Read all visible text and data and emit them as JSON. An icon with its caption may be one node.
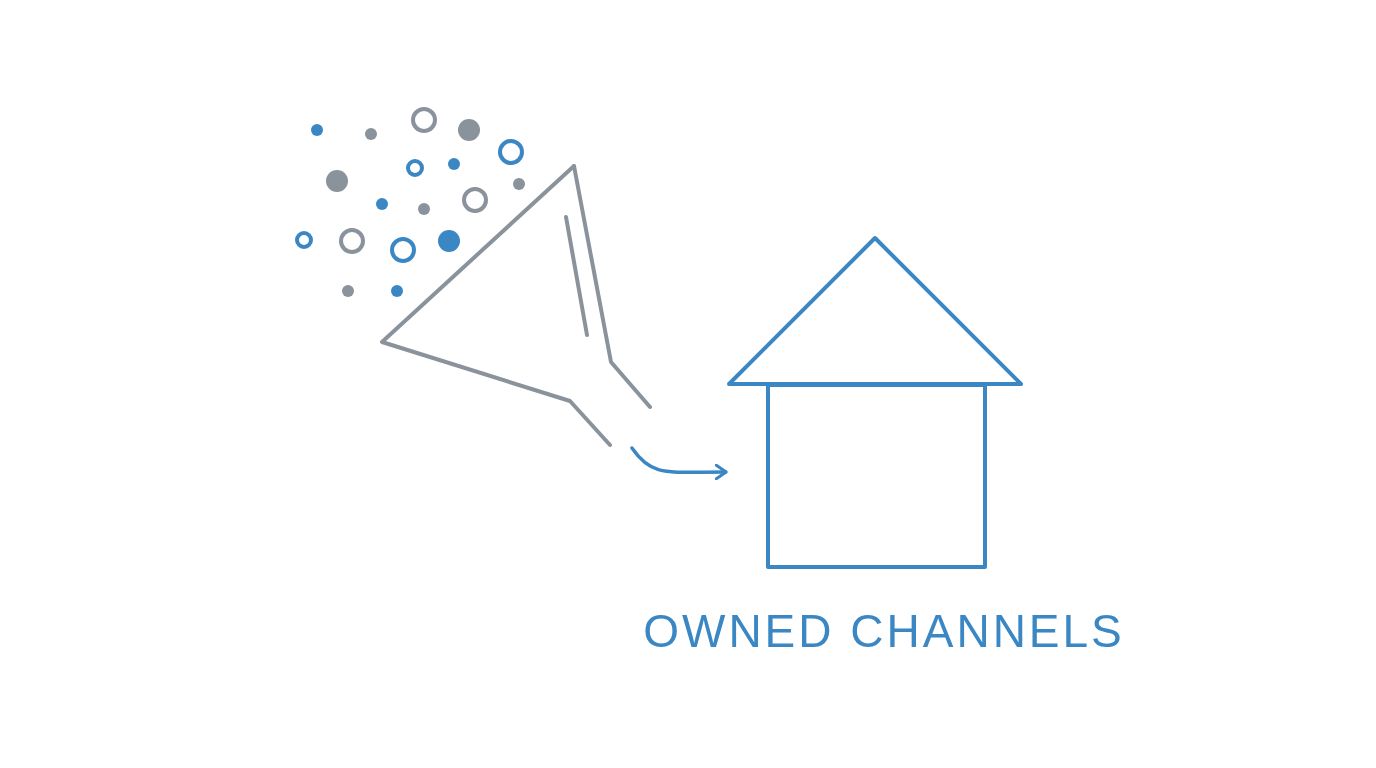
{
  "diagram": {
    "nodes": [
      {
        "text": [],
        "shape": "picture"
      },
      {
        "text": [],
        "shape": "picture",
        "beside": [
          "OWNED CHANNELS"
        ]
      }
    ],
    "edges": [
      {
        "from": 0,
        "to": 1,
        "arrow": "to"
      }
    ]
  }
}
